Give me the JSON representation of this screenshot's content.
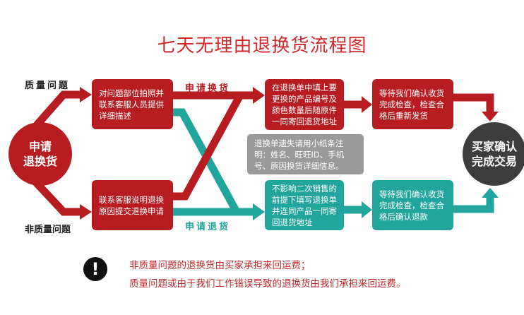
{
  "title": "七天无理由退换货流程图",
  "start": {
    "line1": "申请",
    "line2": "退换货"
  },
  "end": {
    "line1": "买家确认",
    "line2": "完成交易"
  },
  "branches": {
    "quality": "质量问题",
    "non_quality": "非质量问题"
  },
  "paths": {
    "exchange": "申请换货",
    "refund": "申请退货"
  },
  "boxes": {
    "quality_step": "对问题部位拍照并联系客服人员提供详细描述",
    "non_quality_step": "联系客服说明退换原因提交退换申请",
    "exchange_fill": "在退换单中填上要更换的产品编号及颜色数量后随原件一同寄回退货地址",
    "exchange_wait": "等待我们确认收货完成检查，检查合格后重新发货",
    "lost_form_note": "退换单遗失请用小纸条注明：姓名、旺旺ID、手机号、原因换货详细信息。",
    "refund_fill": "不影响二次销售的前提下填写退换单并连同产品一同寄回退货地址",
    "refund_wait": "等待我们确认收货完成检查，检查合格后确认退款"
  },
  "notes": {
    "line1": "非质量问题的退换货由买家承担来回运费；",
    "line2": "质量问题或由于我们工作错误导致的退换货由我们承担来回运费。"
  },
  "colors": {
    "red": "#b71c21",
    "teal": "#21a59c",
    "gray": "#9a9a9a",
    "dark": "#3d3d3d"
  }
}
